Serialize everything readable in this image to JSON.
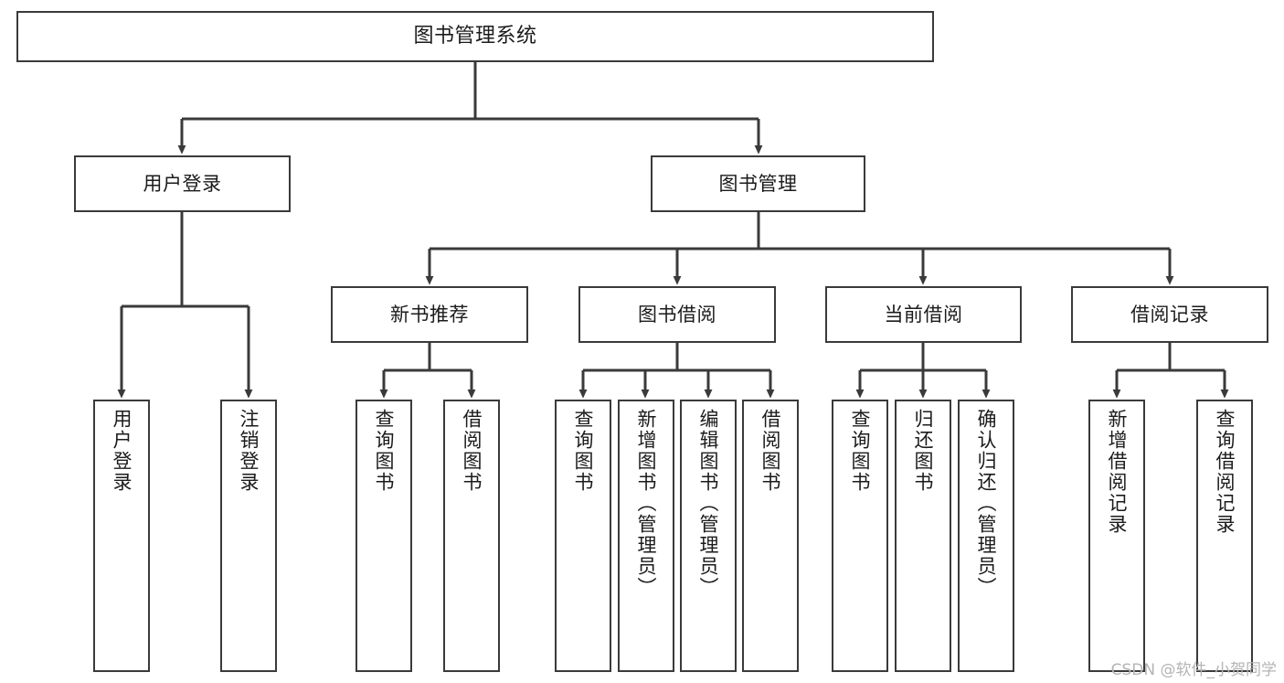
{
  "diagram": {
    "type": "tree-hierarchy",
    "title": "图书管理系统",
    "orientation": "top-down",
    "edge_style": "orthogonal-arrow",
    "colors": {
      "box_border": "#3a3a3a",
      "box_fill": "#ffffff",
      "connector": "#3a3a3a",
      "text": "#1b1b1b",
      "watermark": "#b4b4b4",
      "background": "#ffffff"
    }
  },
  "watermark": {
    "text": "CSDN @软件_小贺同学"
  },
  "nodes": {
    "root": {
      "label": "图书管理系统",
      "level": 0
    },
    "l1": [
      {
        "id": "user-login",
        "label": "用户登录",
        "level": 1
      },
      {
        "id": "book-manage",
        "label": "图书管理",
        "level": 1
      }
    ],
    "l2": [
      {
        "id": "new-book-recommend",
        "label": "新书推荐",
        "level": 2,
        "parent": "book-manage"
      },
      {
        "id": "book-borrow",
        "label": "图书借阅",
        "level": 2,
        "parent": "book-manage"
      },
      {
        "id": "current-borrow",
        "label": "当前借阅",
        "level": 2,
        "parent": "book-manage"
      },
      {
        "id": "borrow-record",
        "label": "借阅记录",
        "level": 2,
        "parent": "book-manage"
      }
    ],
    "leaves": [
      {
        "id": "leaf-user-login",
        "label": "用户登录",
        "parent": "user-login"
      },
      {
        "id": "leaf-logout-login",
        "label": "注销登录",
        "parent": "user-login"
      },
      {
        "id": "leaf-query-book-recommend",
        "label": "查询图书",
        "parent": "new-book-recommend"
      },
      {
        "id": "leaf-borrow-book-recommend",
        "label": "借阅图书",
        "parent": "new-book-recommend"
      },
      {
        "id": "leaf-query-book-borrow",
        "label": "查询图书",
        "parent": "book-borrow"
      },
      {
        "id": "leaf-add-book-admin",
        "label": "新增图书（管理员）",
        "parent": "book-borrow"
      },
      {
        "id": "leaf-edit-book-admin",
        "label": "编辑图书（管理员）",
        "parent": "book-borrow"
      },
      {
        "id": "leaf-borrow-book",
        "label": "借阅图书",
        "parent": "book-borrow"
      },
      {
        "id": "leaf-query-book-current",
        "label": "查询图书",
        "parent": "current-borrow"
      },
      {
        "id": "leaf-return-book",
        "label": "归还图书",
        "parent": "current-borrow"
      },
      {
        "id": "leaf-confirm-return-admin",
        "label": "确认归还（管理员）",
        "parent": "current-borrow"
      },
      {
        "id": "leaf-add-borrow-record",
        "label": "新增借阅记录",
        "parent": "borrow-record"
      },
      {
        "id": "leaf-query-borrow-record",
        "label": "查询借阅记录",
        "parent": "borrow-record"
      }
    ]
  }
}
